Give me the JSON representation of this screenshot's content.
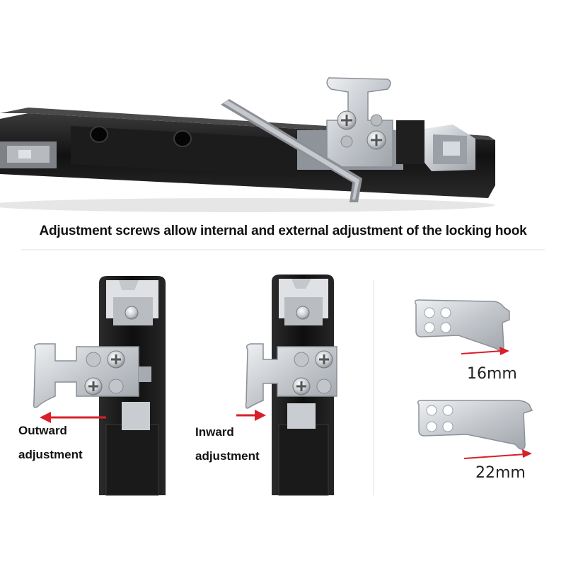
{
  "caption": "Adjustment screws allow internal and external adjustment of the locking hook",
  "labels": {
    "outward_line1": "Outward",
    "outward_line2": "adjustment",
    "inward_line1": "Inward",
    "inward_line2": "adjustment"
  },
  "sizes": {
    "small": "16mm",
    "large": "22mm"
  },
  "colors": {
    "arrow": "#d8202a",
    "rail": "#151515",
    "metal": "#c9ccd0"
  }
}
